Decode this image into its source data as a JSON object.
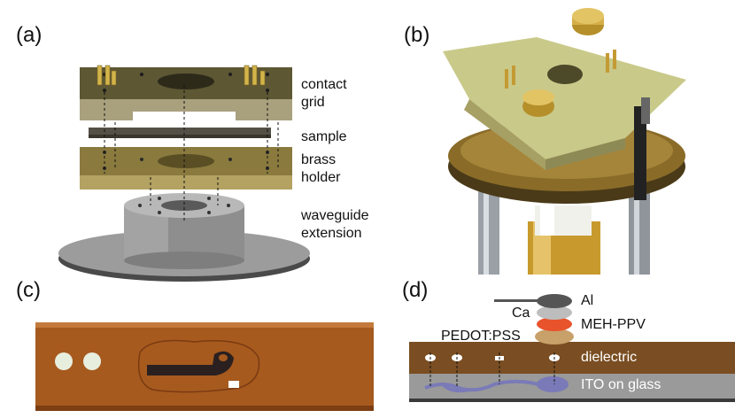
{
  "panels": {
    "a": {
      "label": "(a)",
      "parts": {
        "contact_grid_1": "contact",
        "contact_grid_2": "grid",
        "sample": "sample",
        "brass_holder_1": "brass",
        "brass_holder_2": "holder",
        "waveguide_1": "waveguide",
        "waveguide_2": "extension"
      }
    },
    "b": {
      "label": "(b)"
    },
    "c": {
      "label": "(c)"
    },
    "d": {
      "label": "(d)",
      "layers": {
        "al": "Al",
        "ca": "Ca",
        "meh_ppv": "MEH-PPV",
        "pedot": "PEDOT:PSS",
        "dielectric": "dielectric",
        "ito": "ITO on glass"
      }
    }
  },
  "colors": {
    "brass": "#8a7a3e",
    "plate_dark": "#5d5734",
    "dielectric": "#7a4e22",
    "glass": "#9a9a9a",
    "ito": "#7a7ab8",
    "meh_ppv": "#e8532c",
    "pedot": "#c8a06a",
    "ca": "#bdbdbd",
    "al": "#555555"
  }
}
